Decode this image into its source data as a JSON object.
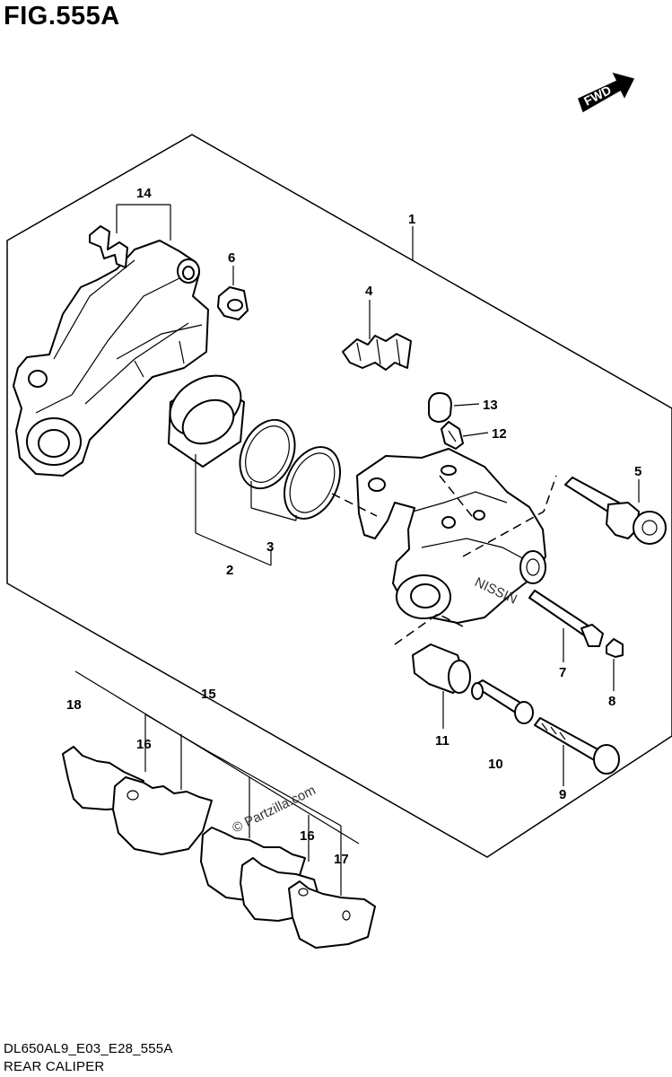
{
  "figure": {
    "title": "FIG.555A",
    "code": "DL650AL9_E03_E28_555A",
    "caption": "REAR CALIPER"
  },
  "direction_badge": {
    "text": "FWD",
    "icon": "forward-arrow-icon"
  },
  "watermark": "© Partzilla.com",
  "callouts": {
    "c1": "1",
    "c2": "2",
    "c3": "3",
    "c4": "4",
    "c5": "5",
    "c6": "6",
    "c7": "7",
    "c8": "8",
    "c9": "9",
    "c10": "10",
    "c11": "11",
    "c12": "12",
    "c13": "13",
    "c14": "14",
    "c15": "15",
    "c16a": "16",
    "c16b": "16",
    "c17": "17",
    "c18": "18"
  },
  "caliper_marking": "NISSIN",
  "colors": {
    "ink": "#000000",
    "paper": "#ffffff"
  }
}
